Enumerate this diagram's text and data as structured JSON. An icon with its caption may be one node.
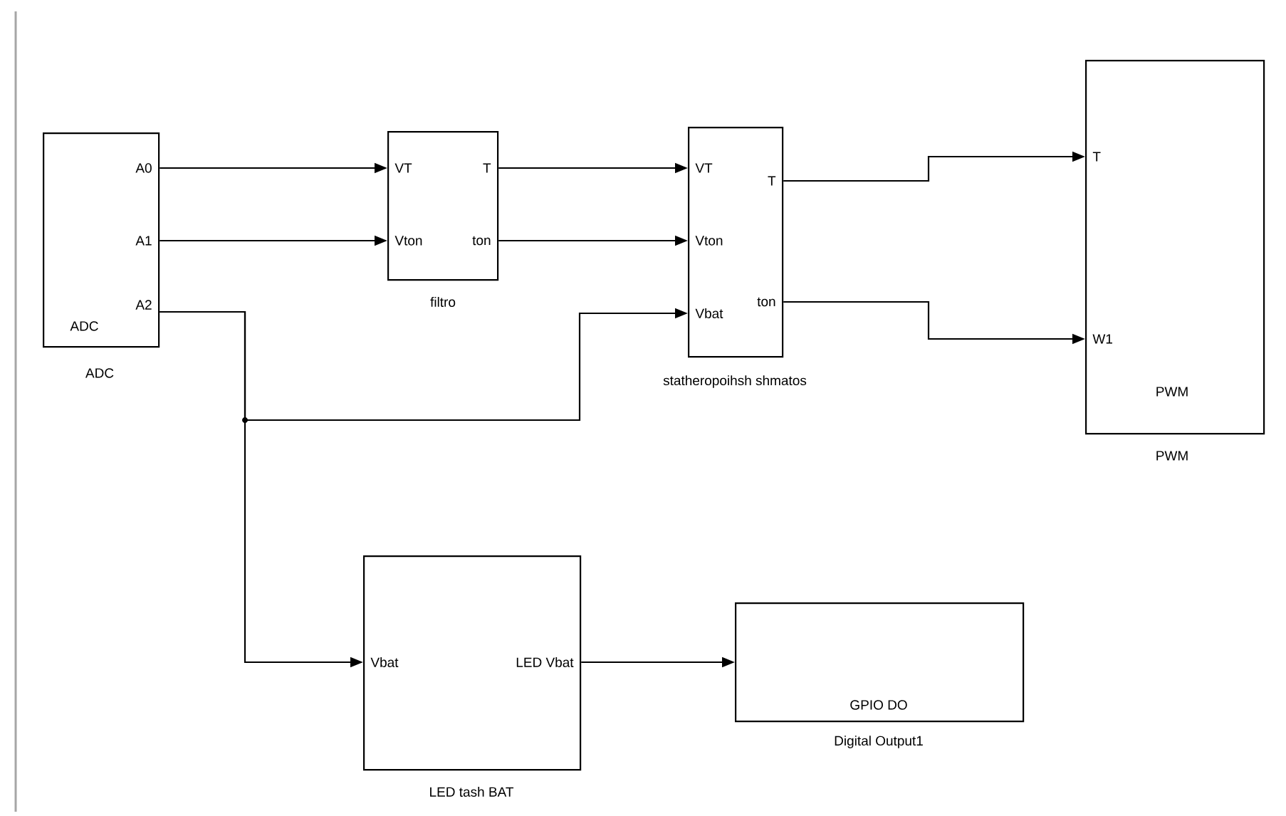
{
  "diagram": {
    "nodes": [
      {
        "text": [
          "A0",
          "A1",
          "A2",
          "ADC"
        ],
        "beside": [
          "ADC"
        ]
      },
      {
        "text": [
          "VT",
          "T",
          "Vton",
          "ton"
        ],
        "beside": [
          "filtro"
        ]
      },
      {
        "text": [
          "VT",
          "T",
          "Vton",
          "ton",
          "Vbat"
        ],
        "beside": [
          "statheropoihsh shmatos"
        ]
      },
      {
        "text": [
          "T",
          "W1",
          "PWM"
        ],
        "beside": [
          "PWM"
        ]
      },
      {
        "text": [
          "Vbat",
          "LED Vbat"
        ],
        "beside": [
          "LED tash BAT"
        ]
      },
      {
        "text": [
          "GPIO DO"
        ],
        "beside": [
          "Digital Output1"
        ]
      }
    ],
    "edges": [
      {
        "from": 0,
        "to": 1,
        "arrow": "to"
      },
      {
        "from": 0,
        "to": 1,
        "arrow": "to"
      },
      {
        "from": 0,
        "to": 2,
        "arrow": "to"
      },
      {
        "from": 0,
        "to": 4,
        "arrow": "to"
      },
      {
        "from": 1,
        "to": 2,
        "arrow": "to"
      },
      {
        "from": 1,
        "to": 2,
        "arrow": "to"
      },
      {
        "from": 2,
        "to": 3,
        "arrow": "to"
      },
      {
        "from": 2,
        "to": 3,
        "arrow": "to"
      },
      {
        "from": 4,
        "to": 5,
        "arrow": "to"
      }
    ]
  }
}
